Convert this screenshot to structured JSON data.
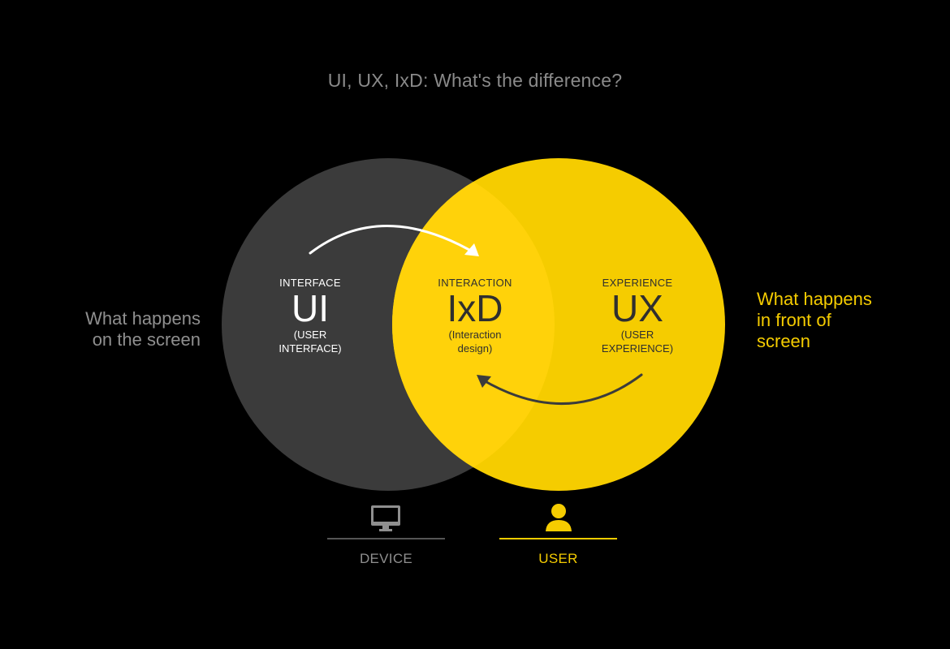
{
  "title": "UI, UX, IxD: What's the difference?",
  "colors": {
    "background": "#000000",
    "ui_circle": "#3b3b3b",
    "ux_circle": "#f5cc00",
    "overlap": "#ffd20a",
    "dark_text": "#2f2f2f",
    "grey_text": "#8f8f8f"
  },
  "ui": {
    "label_top": "INTERFACE",
    "label_big": "UI",
    "label_sub_1": "(USER",
    "label_sub_2": "INTERFACE)"
  },
  "ixd": {
    "label_top": "INTERACTION",
    "label_big": "IxD",
    "label_sub_1": "(Interaction",
    "label_sub_2": "design)"
  },
  "ux": {
    "label_top": "EXPERIENCE",
    "label_big": "UX",
    "label_sub_1": "(USER",
    "label_sub_2": "EXPERIENCE)"
  },
  "left_text": {
    "line1": "What happens",
    "line2": "on the screen"
  },
  "right_text": {
    "line1": "What happens",
    "line2": "in front of",
    "line3": "screen"
  },
  "device": {
    "caption": "DEVICE",
    "icon": "monitor-icon"
  },
  "user": {
    "caption": "USER",
    "icon": "user-icon"
  }
}
